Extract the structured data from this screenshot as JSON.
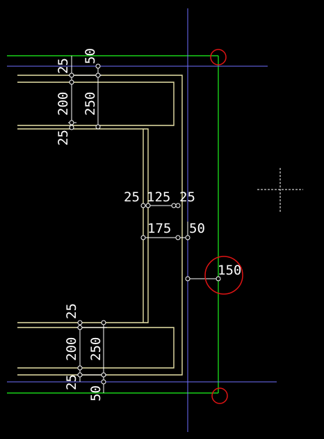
{
  "colors": {
    "background": "#000000",
    "wall": "#e8e2a8",
    "grid_green": "#19d219",
    "grid_blue": "#6f6fff",
    "marker_red": "#e01414",
    "dimension": "#ffffff"
  },
  "dimensions": {
    "top_left_25": "25",
    "top_left_200": "200",
    "top_left_25b": "25",
    "top_250": "250",
    "top_50": "50",
    "mid_25a": "25",
    "mid_125": "125",
    "mid_25b": "25",
    "mid_175": "175",
    "mid_50": "50",
    "right_150": "150",
    "bottom_25a": "25",
    "bottom_200": "200",
    "bottom_25b": "25",
    "bottom_250": "250",
    "bottom_50": "50"
  },
  "icons": {
    "cursor": "crosshair-cursor-icon",
    "markers": "circle-marker-icon"
  }
}
